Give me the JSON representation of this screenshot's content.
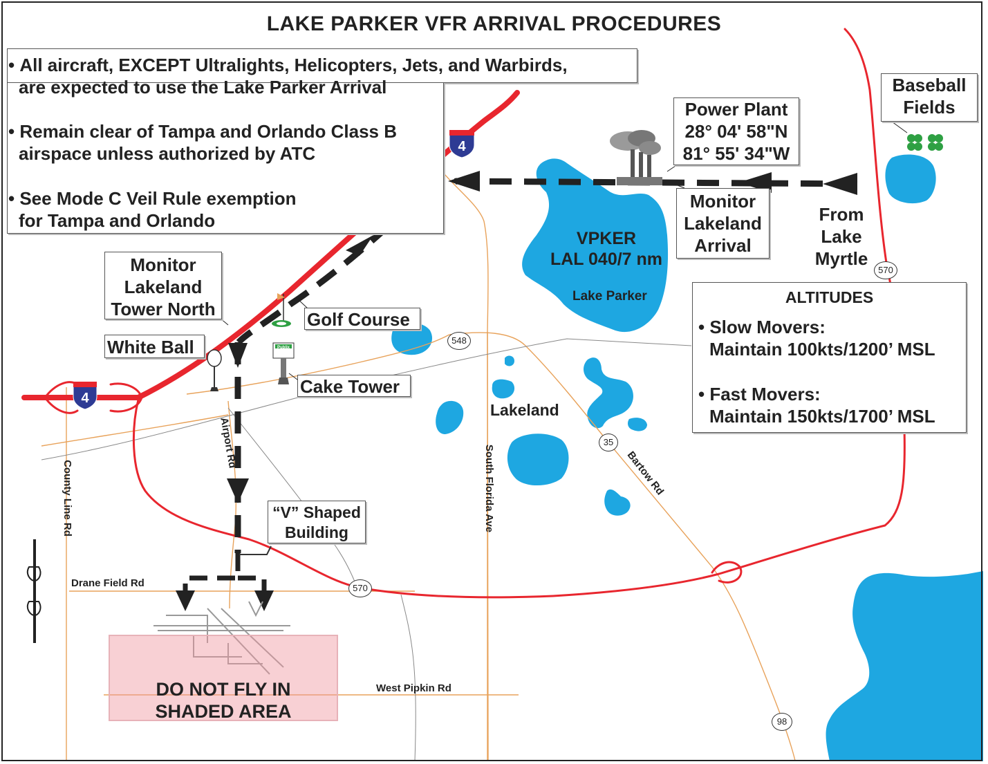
{
  "title": "LAKE PARKER VFR ARRIVAL PROCEDURES",
  "notes": [
    "All aircraft, EXCEPT Ultralights, Helicopters, Jets, and Warbirds,",
    "are expected to use the Lake Parker Arrival",
    "Remain clear of Tampa and Orlando Class B",
    "airspace unless authorized by ATC",
    "See Mode C Veil Rule exemption",
    "for Tampa and Orlando"
  ],
  "power_plant": {
    "line1": "Power Plant",
    "line2": "28° 04' 58\"N",
    "line3": "81° 55' 34\"W"
  },
  "baseball": {
    "line1": "Baseball",
    "line2": "Fields"
  },
  "monitor_arrival": {
    "line1": "Monitor",
    "line2": "Lakeland",
    "line3": "Arrival"
  },
  "from_myrtle": {
    "line1": "From",
    "line2": "Lake",
    "line3": "Myrtle"
  },
  "vpker": {
    "line1": "VPKER",
    "line2": "LAL 040/7 nm"
  },
  "lake_parker": "Lake Parker",
  "monitor_tower": {
    "line1": "Monitor",
    "line2": "Lakeland",
    "line3": "Tower North"
  },
  "golf_course": "Golf Course",
  "white_ball": "White Ball",
  "cake_tower": "Cake Tower",
  "publix": "Publix",
  "lakeland": "Lakeland",
  "v_building": {
    "line1": "“V” Shaped",
    "line2": "Building"
  },
  "no_fly": {
    "line1": "DO NOT FLY IN",
    "line2": "SHADED AREA"
  },
  "altitudes": {
    "heading": "ALTITUDES",
    "slow_label": "Slow Movers:",
    "slow_value": "Maintain 100kts/1200’ MSL",
    "fast_label": "Fast Movers:",
    "fast_value": "Maintain 150kts/1700’ MSL"
  },
  "roads": {
    "county_line": "County Line Rd",
    "airport": "Airport Rd",
    "south_florida": "South Florida Ave",
    "bartow": "Bartow Rd",
    "drane": "Drane Field Rd",
    "west_pipkin": "West Pipkin Rd"
  },
  "shields": {
    "i4": "4",
    "sr570a": "570",
    "sr570b": "570",
    "sr548": "548",
    "sr35": "35",
    "us98": "98"
  },
  "colors": {
    "highway": "#e8262e",
    "water": "#1ea7e1",
    "road": "#e8a25a",
    "route": "#222222",
    "interstate_blue": "#2e3b94",
    "nofly": "#f096a0",
    "trees": "#2ea043"
  }
}
